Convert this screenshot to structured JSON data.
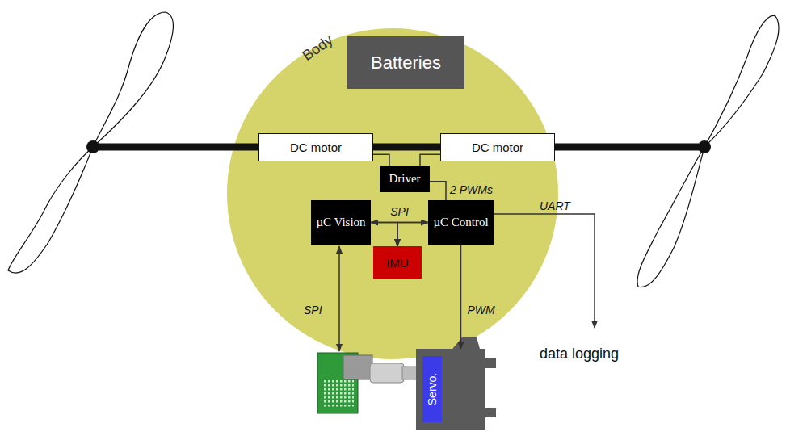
{
  "diagram": {
    "nodes": [
      {
        "text": [
          "Body"
        ]
      },
      {
        "text": [
          "Batteries"
        ],
        "in": 0
      },
      {
        "text": [
          "DC motor"
        ],
        "in": 0
      },
      {
        "text": [
          "DC motor"
        ],
        "in": 0
      },
      {
        "text": [
          "Driver"
        ],
        "in": 0
      },
      {
        "text": [
          "µC Vision"
        ],
        "in": 0
      },
      {
        "text": [
          "µC Control"
        ],
        "in": 0
      },
      {
        "text": [
          "IMU"
        ],
        "in": 0
      },
      {
        "text": [
          "Servo."
        ]
      }
    ],
    "edges": [
      {
        "from": 4,
        "to": 2,
        "arrow": "none"
      },
      {
        "from": 4,
        "to": 3,
        "arrow": "none"
      },
      {
        "from": 6,
        "to": 4,
        "label": "2 PWMs",
        "arrow": "none"
      },
      {
        "from": 5,
        "to": 6,
        "label": "SPI",
        "arrow": "both"
      },
      {
        "from": 5,
        "to": 7,
        "arrow": "to"
      },
      {
        "from": 6,
        "to": 7,
        "arrow": "to"
      },
      {
        "from": 6,
        "to": 8,
        "label": "PWM",
        "arrow": "to"
      }
    ],
    "labels": [
      "SPI",
      "UART",
      "data logging"
    ]
  }
}
